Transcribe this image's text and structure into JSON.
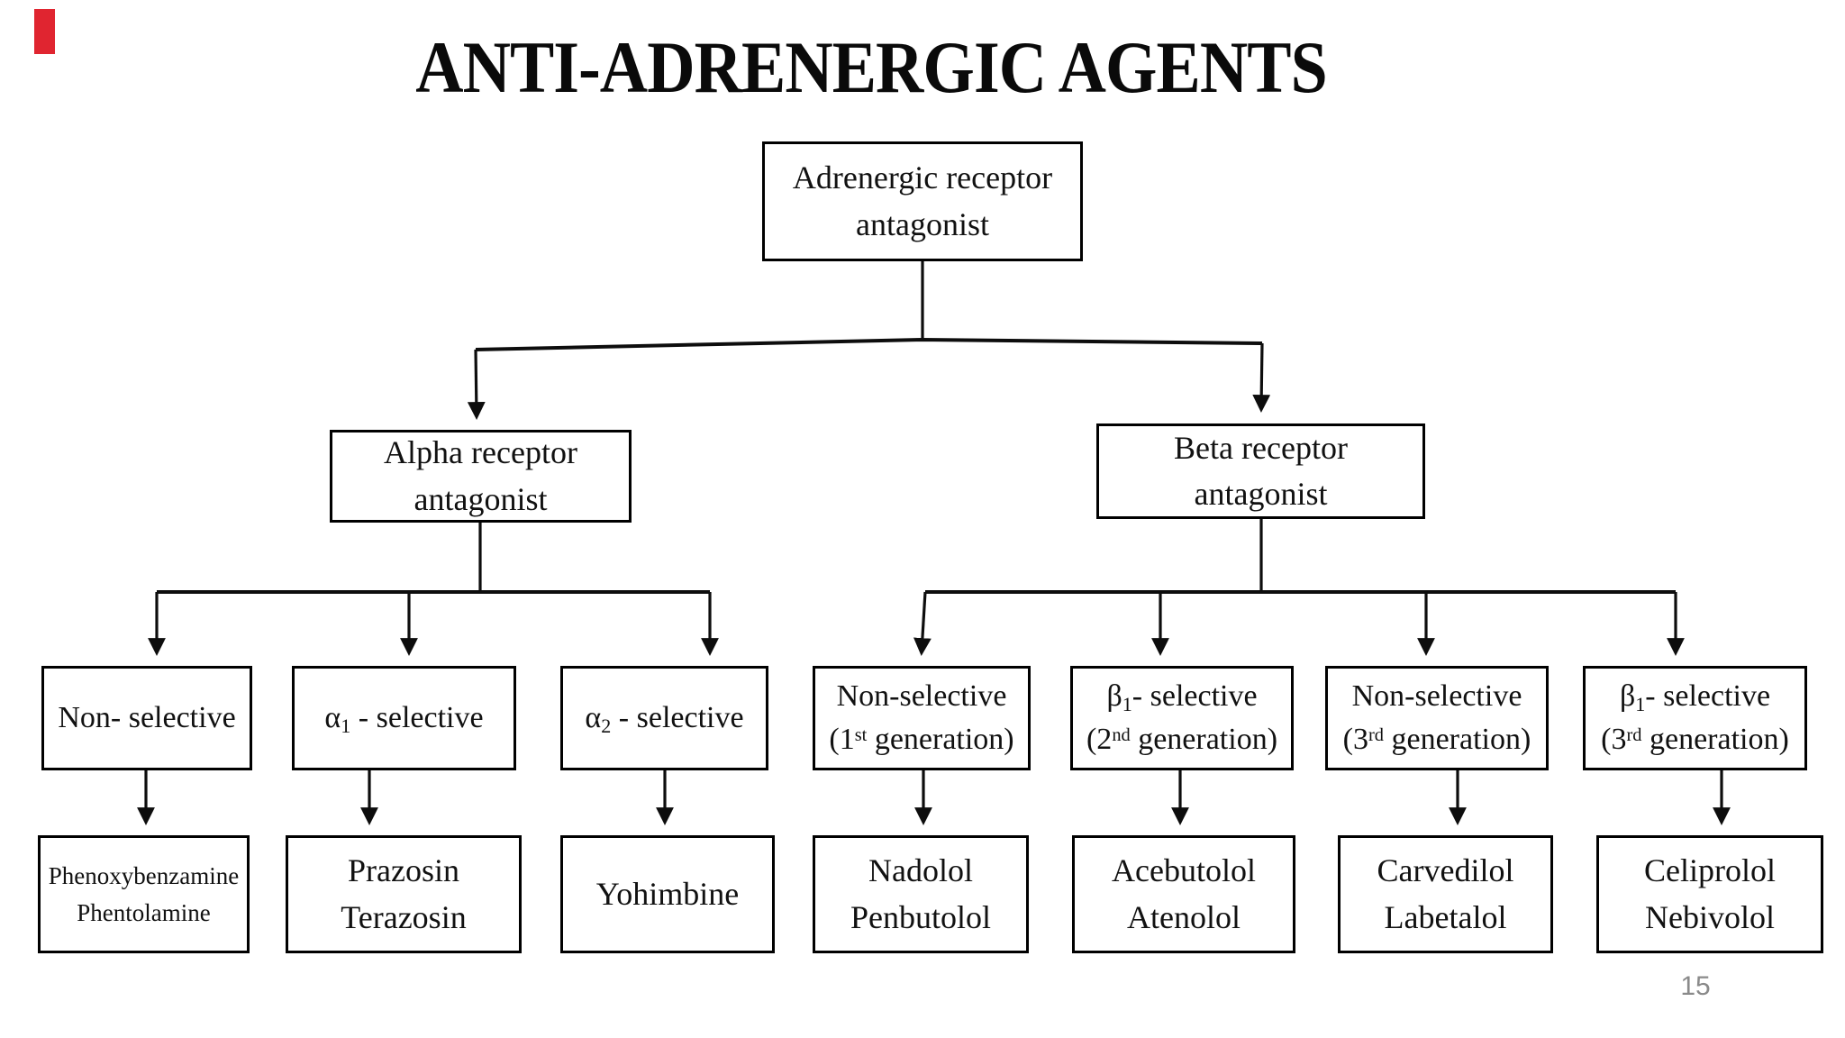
{
  "title": "ANTI-ADRENERGIC AGENTS",
  "page_number": "15",
  "colors": {
    "corner_marker": "#e02530",
    "line": "#0d0d0d",
    "border": "#000000",
    "page_number_gray": "#8a8a8a"
  },
  "nodes": {
    "root": {
      "line1": "Adrenergic receptor",
      "line2": "antagonist"
    },
    "alpha": {
      "line1": "Alpha receptor",
      "line2": "antagonist"
    },
    "beta": {
      "line1": "Beta receptor",
      "line2": "antagonist"
    },
    "alpha_non": {
      "label": "Non- selective"
    },
    "alpha1": {
      "pre": "α",
      "sub": "1",
      "post": " - selective"
    },
    "alpha2": {
      "pre": "α",
      "sub": "2",
      "post": " - selective"
    },
    "beta_non1": {
      "line1": "Non-selective",
      "open": "(1",
      "sup": "st",
      "close": " generation)"
    },
    "beta1_2nd": {
      "pre": "β",
      "sub": "1",
      "post": "- selective",
      "open": "(2",
      "sup": "nd",
      "close": " generation)"
    },
    "beta_non3": {
      "line1": "Non-selective",
      "open": "(3",
      "sup": "rd",
      "close": " generation)"
    },
    "beta1_3rd": {
      "pre": "β",
      "sub": "1",
      "post": "- selective",
      "open": "(3",
      "sup": "rd",
      "close": " generation)"
    },
    "drugs_alpha_non": {
      "line1": "Phenoxybenzamine",
      "line2": "Phentolamine"
    },
    "drugs_alpha1": {
      "line1": "Prazosin",
      "line2": "Terazosin"
    },
    "drugs_alpha2": {
      "line1": "Yohimbine"
    },
    "drugs_beta_non1": {
      "line1": "Nadolol",
      "line2": "Penbutolol"
    },
    "drugs_beta1_2nd": {
      "line1": "Acebutolol",
      "line2": "Atenolol"
    },
    "drugs_beta_non3": {
      "line1": "Carvedilol",
      "line2": "Labetalol"
    },
    "drugs_beta1_3rd": {
      "line1": "Celiprolol",
      "line2": "Nebivolol"
    }
  }
}
